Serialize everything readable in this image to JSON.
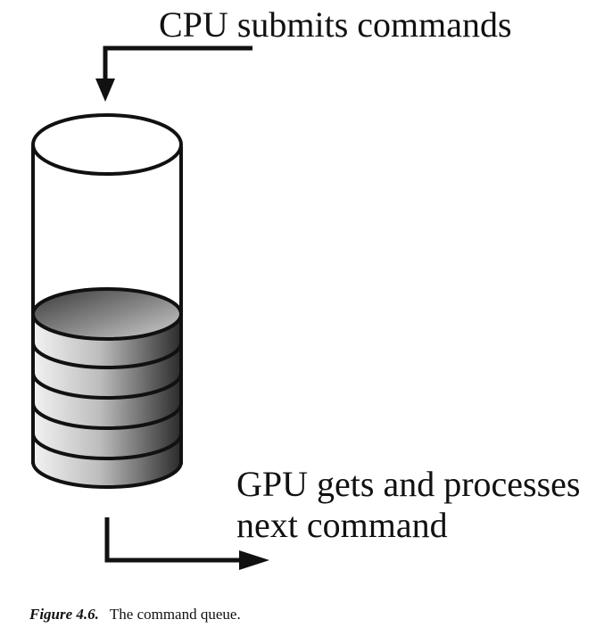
{
  "diagram": {
    "cpu_label": "CPU submits commands",
    "gpu_label_line1": "GPU gets and processes",
    "gpu_label_line2": "next command",
    "queued_commands": 5,
    "colors": {
      "stroke": "#111111",
      "command_dark": "#2a2a2a",
      "command_light": "#d9d9d9"
    }
  },
  "caption": {
    "figure_number": "Figure 4.6.",
    "text": "The command queue."
  }
}
